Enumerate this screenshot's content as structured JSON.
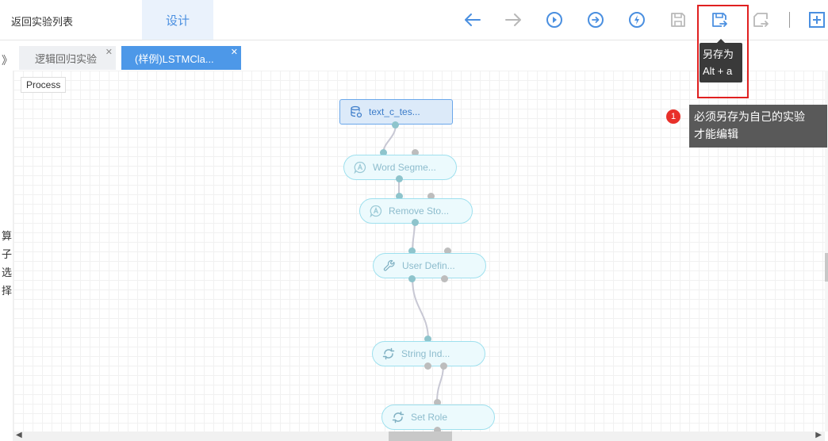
{
  "header": {
    "back_label": "返回实验列表",
    "active_tab": "设计"
  },
  "toolbar": {
    "buttons": [
      {
        "name": "undo",
        "icon": "arrow-left-icon"
      },
      {
        "name": "redo",
        "icon": "arrow-right-icon"
      },
      {
        "name": "run",
        "icon": "play-circle-icon"
      },
      {
        "name": "run-from-here",
        "icon": "arrow-circle-icon"
      },
      {
        "name": "quick-run",
        "icon": "lightning-circle-icon"
      },
      {
        "name": "save",
        "icon": "save-icon"
      },
      {
        "name": "save-as",
        "icon": "save-as-icon"
      },
      {
        "name": "export",
        "icon": "export-icon"
      },
      {
        "name": "add",
        "icon": "plus-square-icon"
      }
    ],
    "accent_color": "#4a8fe0",
    "save_as_tooltip_line1": "另存为",
    "save_as_tooltip_line2": "Alt + a"
  },
  "sidebar": {
    "expand_glyph": "》",
    "label_chars": [
      "算",
      "子",
      "选",
      "择"
    ]
  },
  "doc_tabs": [
    {
      "label": "逻辑回归实验",
      "active": false
    },
    {
      "label": "(样例)LSTMCla...",
      "active": true
    }
  ],
  "canvas": {
    "process_label": "Process",
    "nodes": [
      {
        "label": "text_c_tes...",
        "icon": "database-icon"
      },
      {
        "label": "Word Segme...",
        "icon": "text-a-icon"
      },
      {
        "label": "Remove Sto...",
        "icon": "text-a-icon"
      },
      {
        "label": "User Defin...",
        "icon": "wrench-icon"
      },
      {
        "label": "String Ind...",
        "icon": "refresh-icon"
      },
      {
        "label": "Set Role",
        "icon": "refresh-icon"
      }
    ]
  },
  "callout": {
    "number": "1",
    "text_line1": "必须另存为自己的实验",
    "text_line2": "才能编辑"
  }
}
